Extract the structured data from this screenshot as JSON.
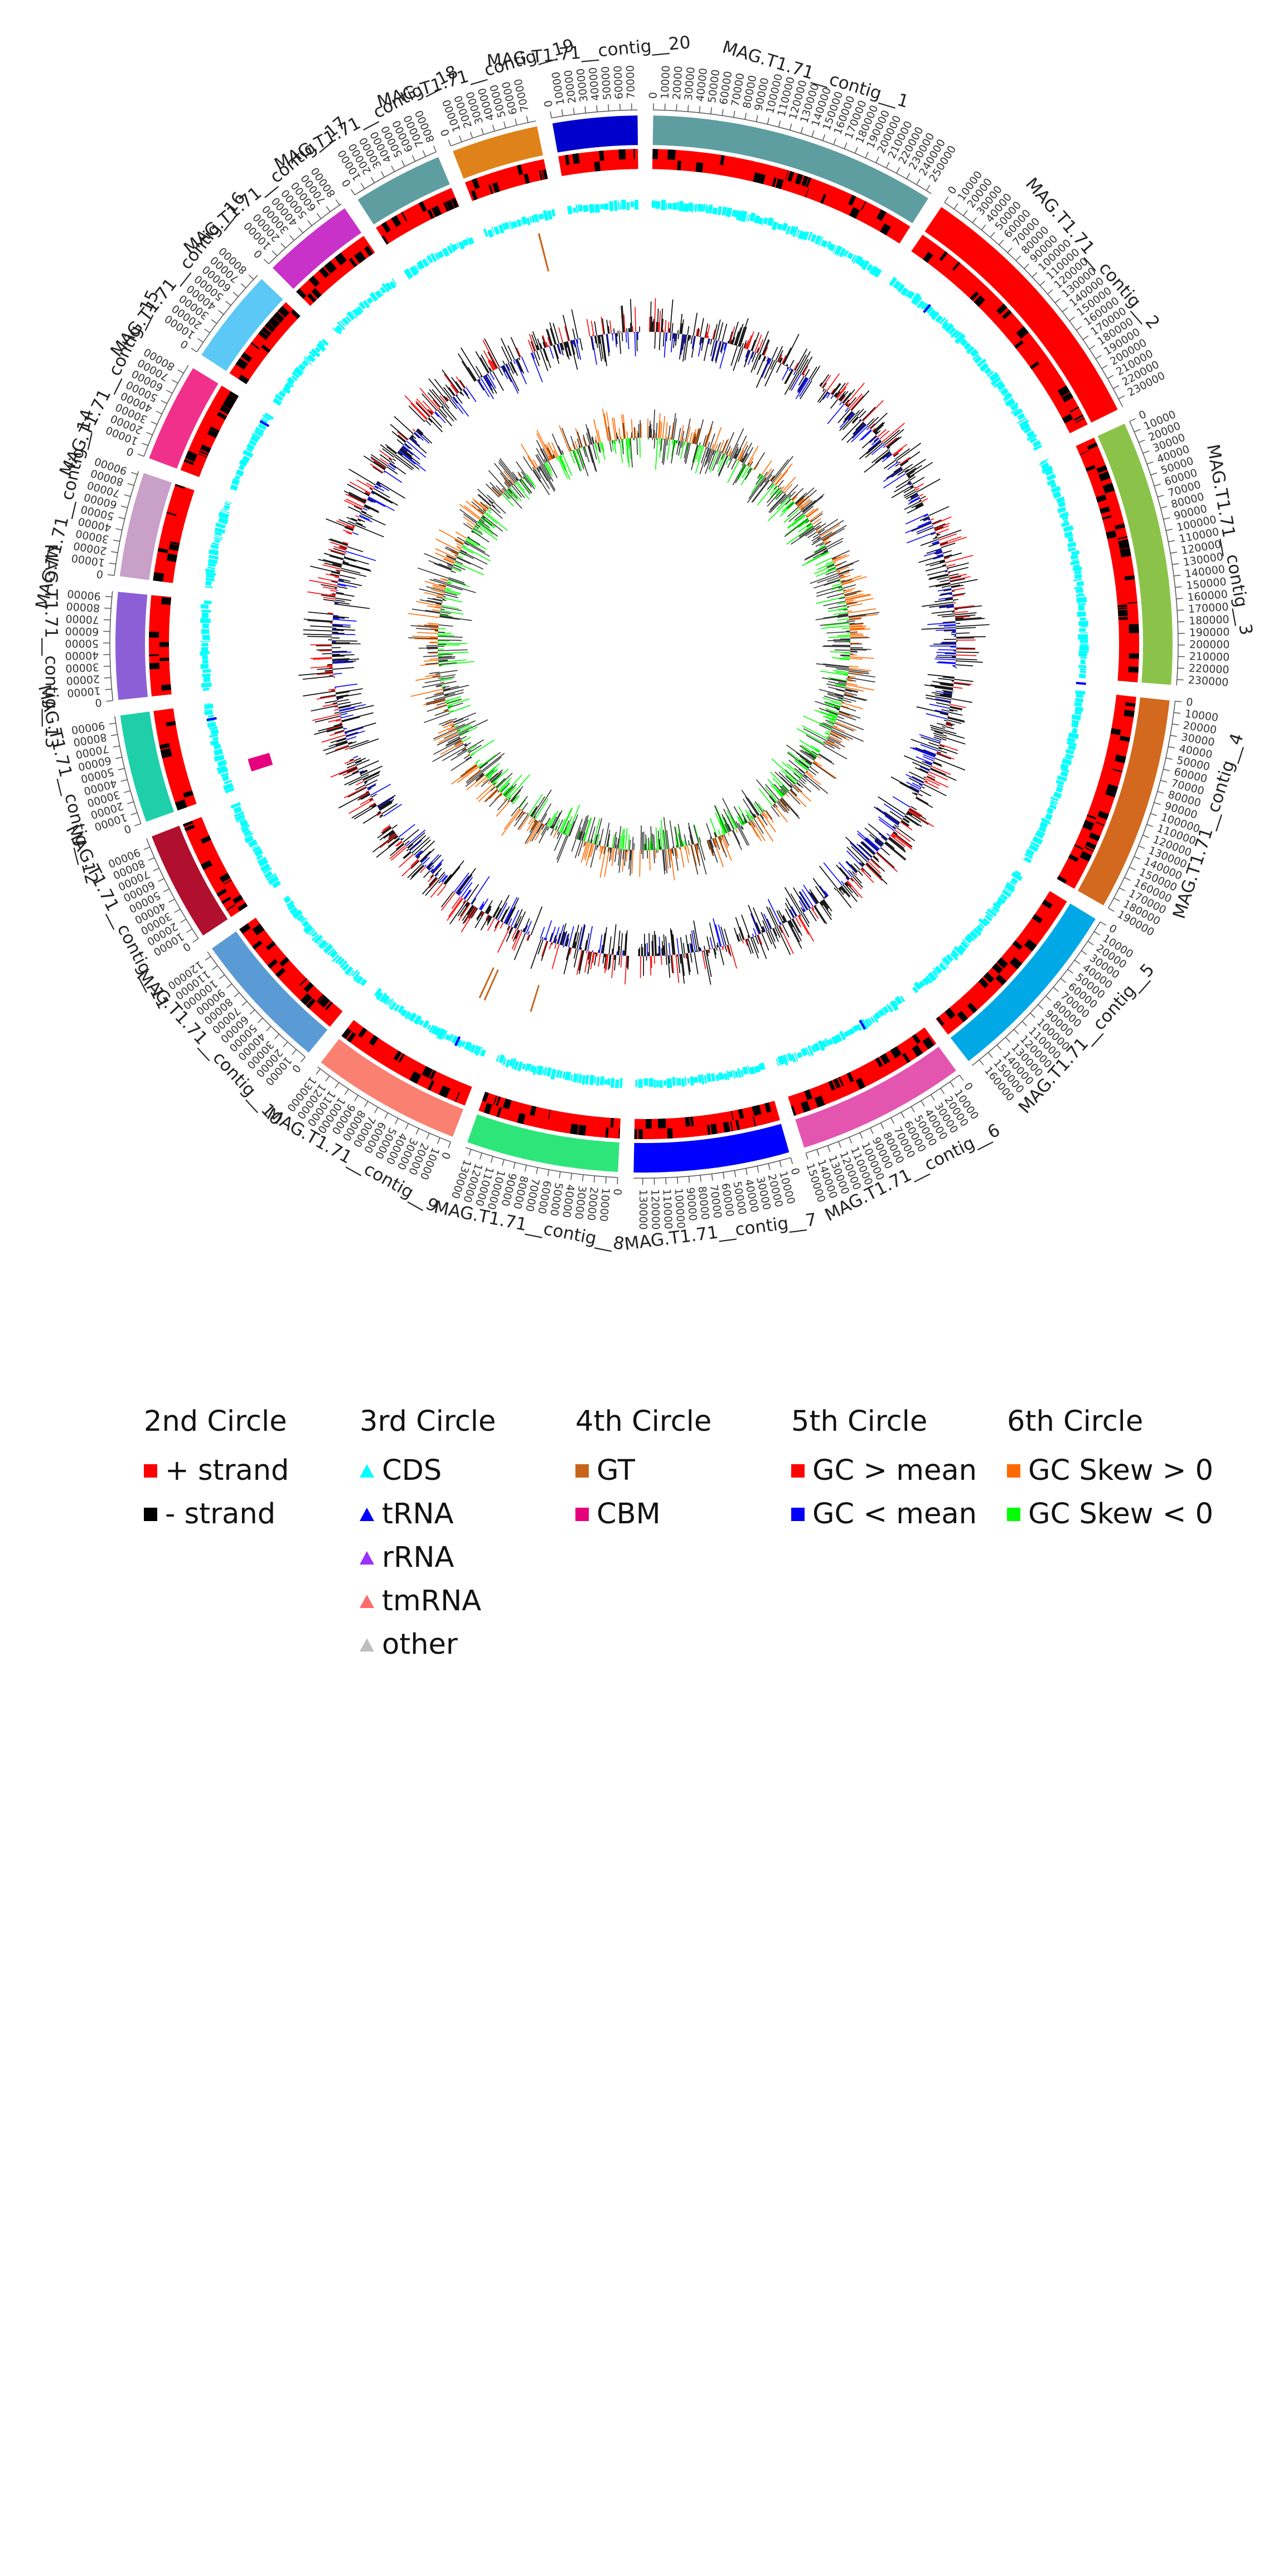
{
  "contigs": [
    {
      "name": "MAG.T1.71__contig__1",
      "length": 255000,
      "color": "#5f9ea0"
    },
    {
      "name": "MAG.T1.71__contig__2",
      "length": 238000,
      "color": "#ff0000"
    },
    {
      "name": "MAG.T1.71__contig__3",
      "length": 235000,
      "color": "#8bc34a"
    },
    {
      "name": "MAG.T1.71__contig__4",
      "length": 190000,
      "color": "#d2691e"
    },
    {
      "name": "MAG.T1.71__contig__5",
      "length": 168000,
      "color": "#00a9e6"
    },
    {
      "name": "MAG.T1.71__contig__6",
      "length": 150000,
      "color": "#e455b0"
    },
    {
      "name": "MAG.T1.71__contig__7",
      "length": 138000,
      "color": "#0000ff"
    },
    {
      "name": "MAG.T1.71__contig__8",
      "length": 135000,
      "color": "#2ee57a"
    },
    {
      "name": "MAG.T1.71__contig__9",
      "length": 133000,
      "color": "#fa8072"
    },
    {
      "name": "MAG.T1.71__contig__10",
      "length": 125000,
      "color": "#5b9bd5"
    },
    {
      "name": "MAG.T1.71__contig__11",
      "length": 98000,
      "color": "#b0102e"
    },
    {
      "name": "MAG.T1.71__contig__12",
      "length": 96000,
      "color": "#1fcfaa"
    },
    {
      "name": "MAG.T1.71__contig__13",
      "length": 95000,
      "color": "#8c5fd6"
    },
    {
      "name": "MAG.T1.71__contig__14",
      "length": 93000,
      "color": "#c8a0c8"
    },
    {
      "name": "MAG.T1.71__contig__15",
      "length": 88000,
      "color": "#f0308a"
    },
    {
      "name": "MAG.T1.71__contig__16",
      "length": 85000,
      "color": "#5bc8f5"
    },
    {
      "name": "MAG.T1.71__contig__17",
      "length": 82000,
      "color": "#c832c8"
    },
    {
      "name": "MAG.T1.71__contig__18",
      "length": 80000,
      "color": "#5f9ea0"
    },
    {
      "name": "MAG.T1.71__contig__19",
      "length": 77000,
      "color": "#e0821a"
    },
    {
      "name": "MAG.T1.71__contig__20",
      "length": 75000,
      "color": "#0000cd"
    }
  ],
  "legend": [
    {
      "title": "2nd Circle",
      "items": [
        {
          "label": "+ strand",
          "shape": "square",
          "color": "#ff0000"
        },
        {
          "label": "- strand",
          "shape": "square",
          "color": "#000000"
        }
      ]
    },
    {
      "title": "3rd Circle",
      "items": [
        {
          "label": "CDS",
          "shape": "triangle",
          "color": "#00ffff"
        },
        {
          "label": "tRNA",
          "shape": "triangle",
          "color": "#0000ff"
        },
        {
          "label": "rRNA",
          "shape": "triangle",
          "color": "#9b30ff"
        },
        {
          "label": "tmRNA",
          "shape": "triangle",
          "color": "#ff6a6a"
        },
        {
          "label": "other",
          "shape": "triangle",
          "color": "#bebebe"
        }
      ]
    },
    {
      "title": "4th Circle",
      "items": [
        {
          "label": "GT",
          "shape": "square",
          "color": "#c8651b"
        },
        {
          "label": "CBM",
          "shape": "square",
          "color": "#e6007e"
        }
      ]
    },
    {
      "title": "5th Circle",
      "items": [
        {
          "label": "GC > mean",
          "shape": "square",
          "color": "#ff0000"
        },
        {
          "label": "GC < mean",
          "shape": "square",
          "color": "#0000ff"
        }
      ]
    },
    {
      "title": "6th Circle",
      "items": [
        {
          "label": "GC Skew > 0",
          "shape": "square",
          "color": "#ff6a00"
        },
        {
          "label": "GC Skew < 0",
          "shape": "square",
          "color": "#00ff00"
        }
      ]
    }
  ]
}
